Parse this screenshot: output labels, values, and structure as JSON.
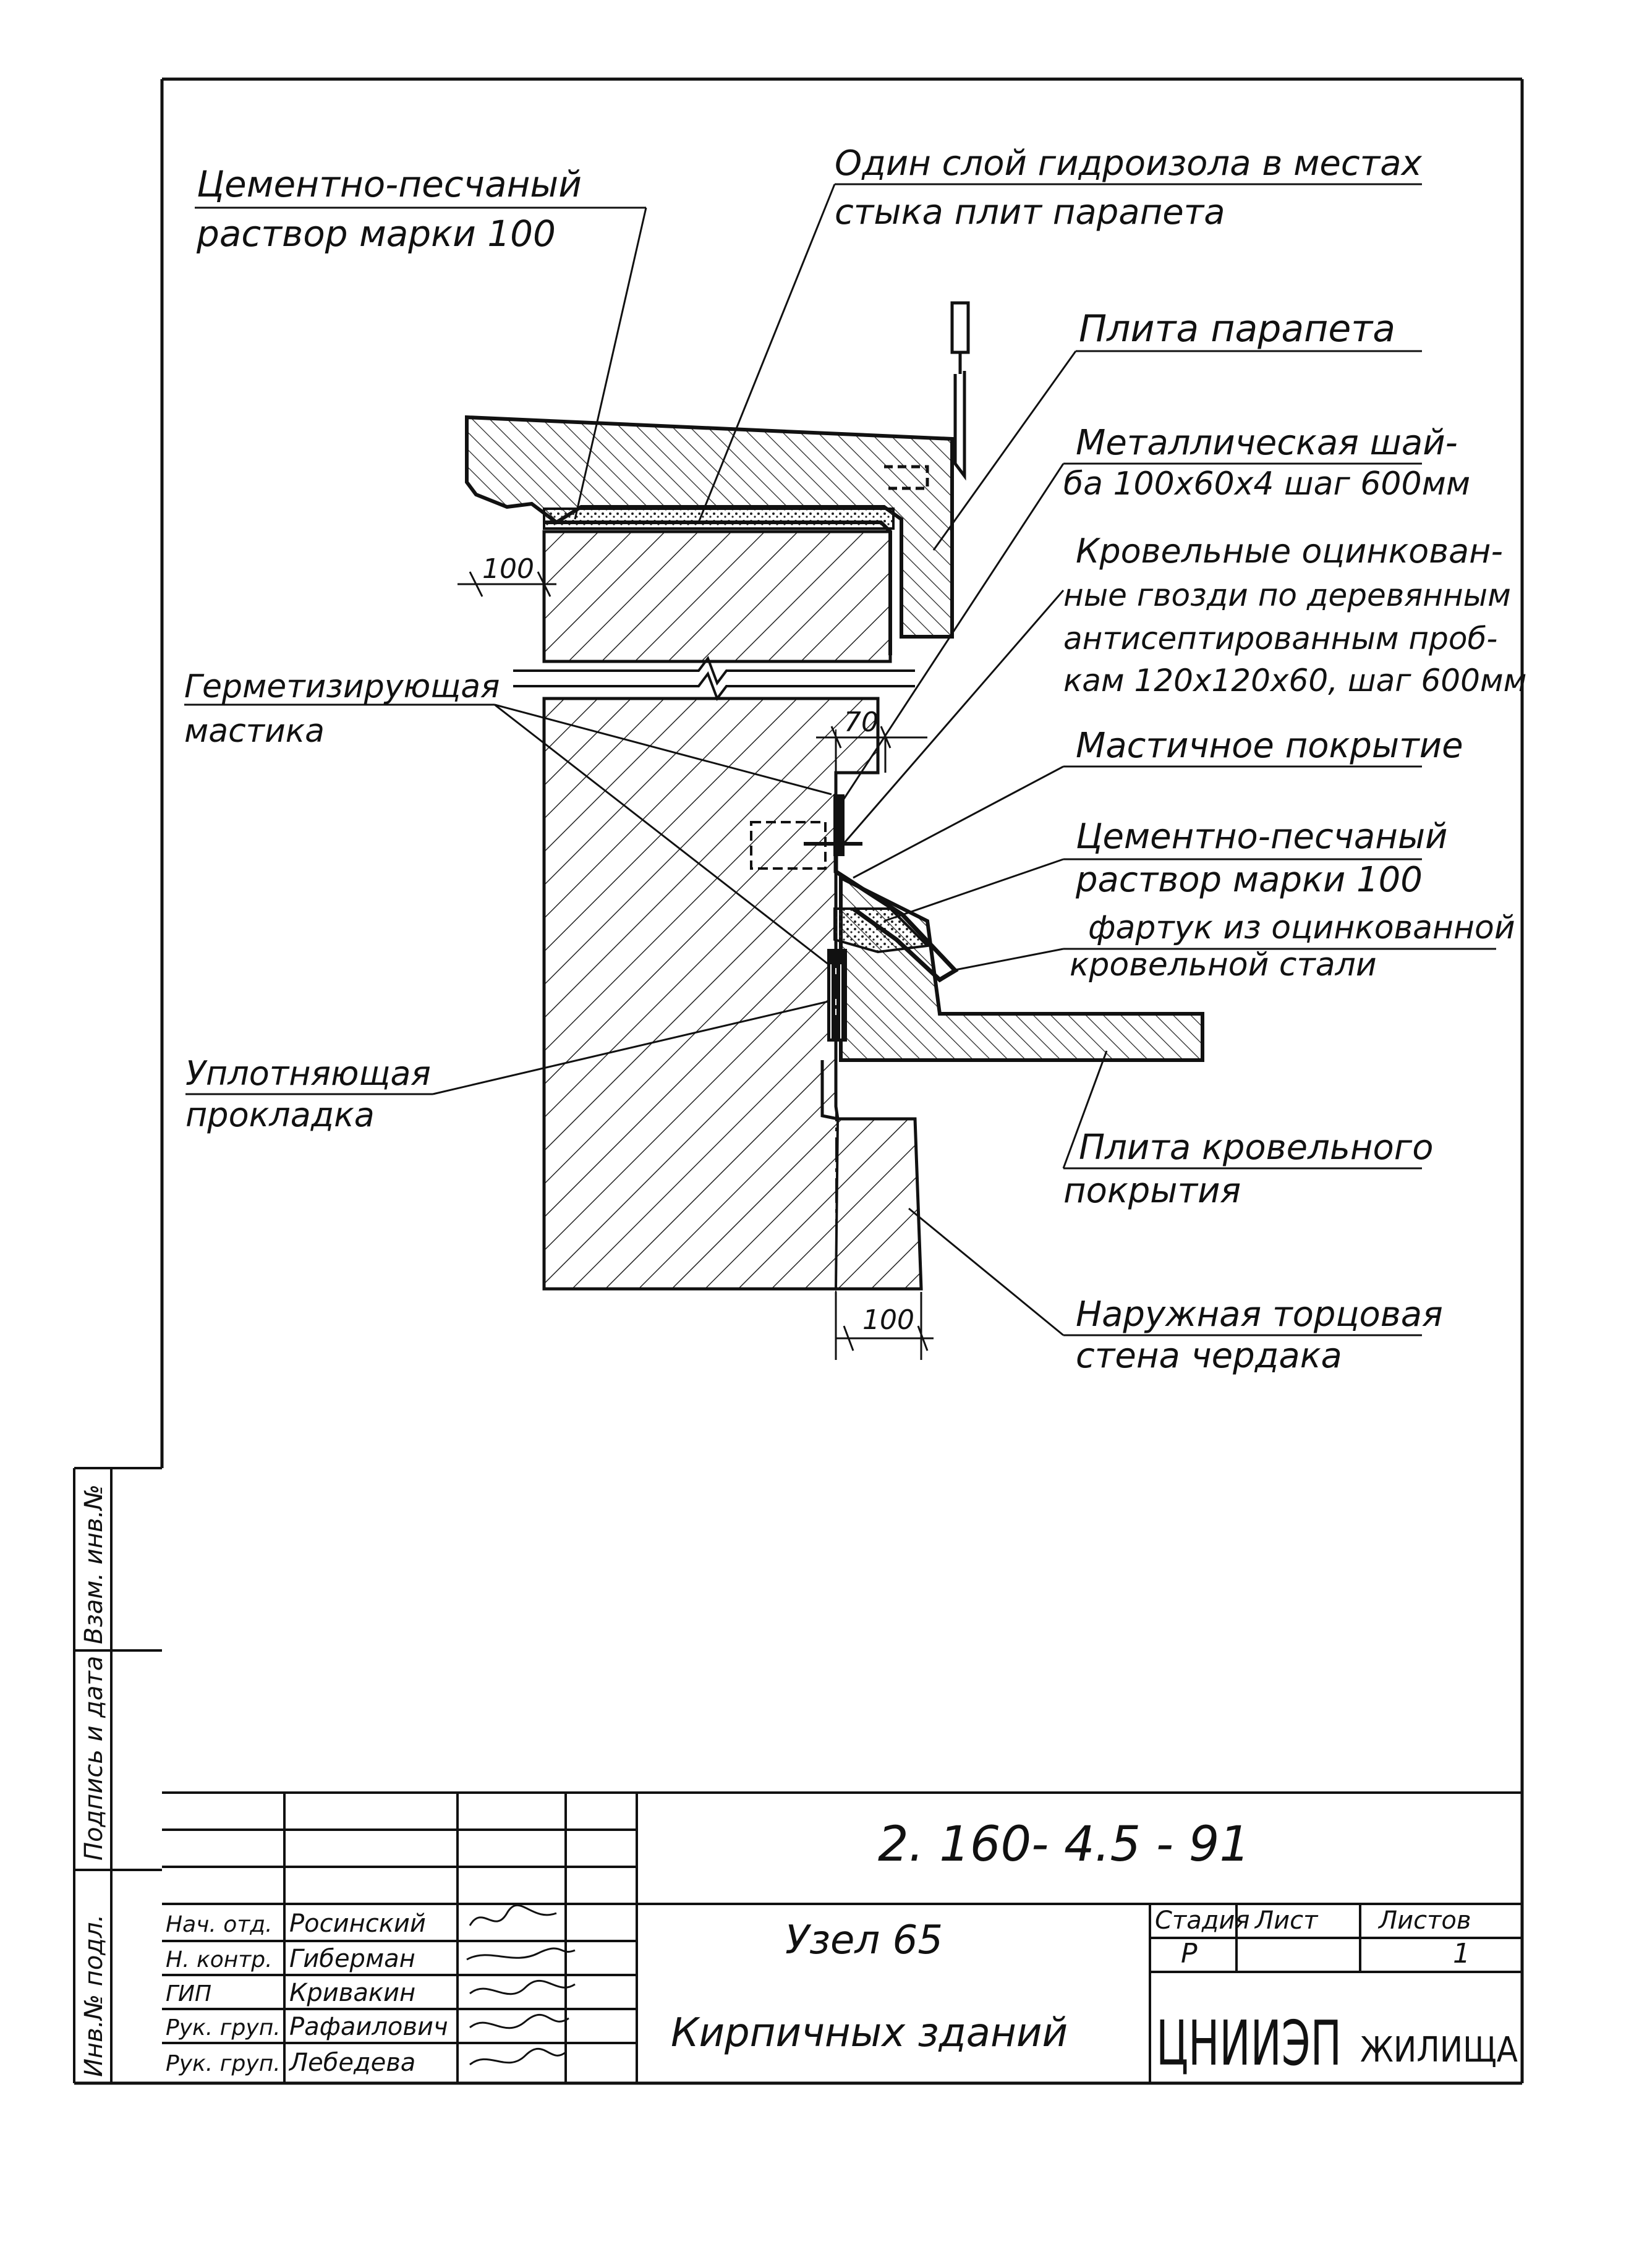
{
  "labels": {
    "mortar_top_1": "Цементно-песчаный",
    "mortar_top_2": "раствор марки  100",
    "waterproof_1": "Один слой гидроизола в местах",
    "waterproof_2": "стыка  плит  парапета",
    "parapet_slab": "Плита  парапета",
    "washer_1": "Металлическая шай-",
    "washer_2": "ба 100х60х4  шаг 600мм",
    "nails_1": "Кровельные оцинкован-",
    "nails_2": "ные гвозди  по деревянным",
    "nails_3": "антисептированным проб-",
    "nails_4": "кам 120х120х60,  шаг 600мм",
    "sealant_1": "Герметизирующая",
    "sealant_2": "мастика",
    "mastic_coat": "Мастичное покрытие",
    "mortar_mid_1": "Цементно-песчаный",
    "mortar_mid_2": "раствор  марки  100",
    "apron_1": "фартук из оцинкованной",
    "apron_2": "кровельной  стали",
    "gasket_1": "Уплотняющая",
    "gasket_2": "прокладка",
    "roof_slab_1": "Плита  кровельного",
    "roof_slab_2": "покрытия",
    "wall_1": "Наружная торцовая",
    "wall_2": "стена  чердака"
  },
  "dimensions": {
    "d100_top": "100",
    "d70": "70",
    "d100_bottom": "100"
  },
  "side_stamp": {
    "inv_sub": "Инв.№ подл.",
    "sign_date": "Подпись и дата",
    "replace_inv": "Взам. инв.№"
  },
  "title_block": {
    "doc_code": "2. 160- 4.5  - 91",
    "node_title": "Узел  65",
    "subtitle": "Кирпичных  зданий",
    "stage_header": "Стадия",
    "sheet_header": "Лист",
    "sheets_header": "Листов",
    "stage_value": "Р",
    "sheets_value": "1",
    "org_logo": "ЦНИИЭП",
    "org_name": "ЖИЛИЩА",
    "roles": [
      {
        "role": "Нач. отд.",
        "name": "Росинский"
      },
      {
        "role": "Н. контр.",
        "name": "Гиберман"
      },
      {
        "role": "ГИП",
        "name": "Кривакин"
      },
      {
        "role": "Рук. груп.",
        "name": "Рафаилович"
      },
      {
        "role": "Рук. груп.",
        "name": "Лебедева"
      }
    ]
  }
}
